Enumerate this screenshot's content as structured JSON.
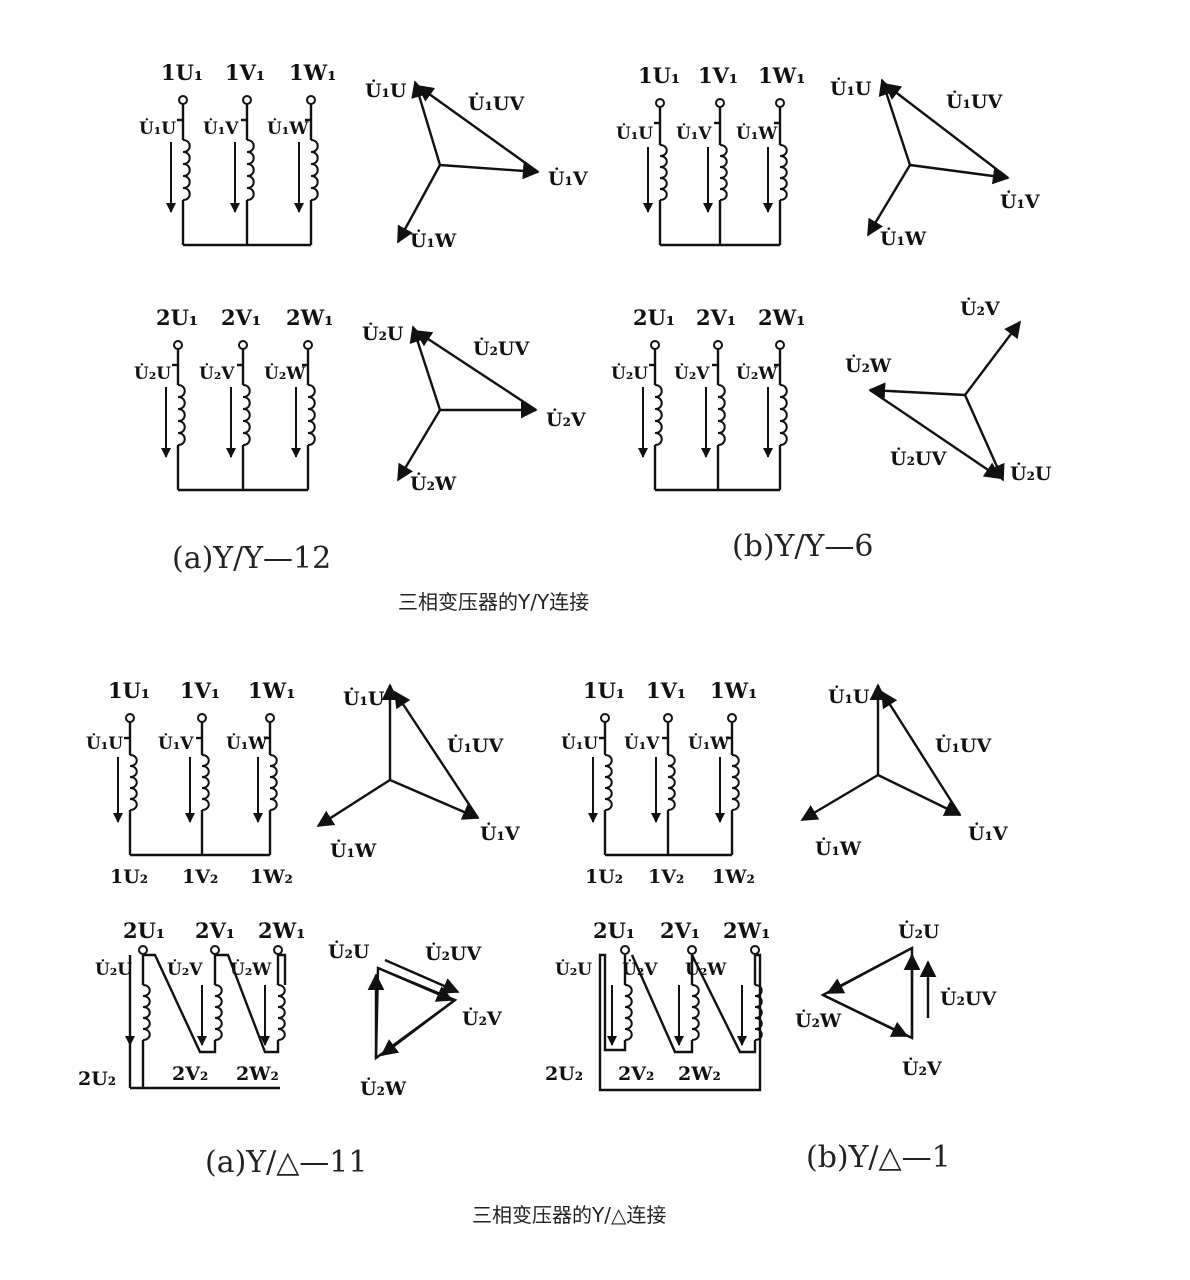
{
  "panels": {
    "yy12": {
      "caption": "(a)Y/Y—12",
      "primary_terms": [
        "1U₁",
        "1V₁",
        "1W₁"
      ],
      "primary_volts": [
        "U̇₁U",
        "U̇₁V",
        "U̇₁W"
      ],
      "secondary_terms": [
        "2U₁",
        "2V₁",
        "2W₁"
      ],
      "secondary_volts": [
        "U̇₂U",
        "U̇₂V",
        "U̇₂W"
      ],
      "phasor1": {
        "u": "U̇₁U",
        "v": "U̇₁V",
        "w": "U̇₁W",
        "uv": "U̇₁UV"
      },
      "phasor2": {
        "u": "U̇₂U",
        "v": "U̇₂V",
        "w": "U̇₂W",
        "uv": "U̇₂UV"
      }
    },
    "yy6": {
      "caption": "(b)Y/Y—6",
      "primary_terms": [
        "1U₁",
        "1V₁",
        "1W₁"
      ],
      "primary_volts": [
        "U̇₁U",
        "U̇₁V",
        "U̇₁W"
      ],
      "secondary_terms": [
        "2U₁",
        "2V₁",
        "2W₁"
      ],
      "secondary_volts": [
        "U̇₂U",
        "U̇₂V",
        "U̇₂W"
      ],
      "phasor1": {
        "u": "U̇₁U",
        "v": "U̇₁V",
        "w": "U̇₁W",
        "uv": "U̇₁UV"
      },
      "phasor2": {
        "u": "U̇₂U",
        "v": "U̇₂V",
        "w": "U̇₂W",
        "uv": "U̇₂UV"
      }
    },
    "yd11": {
      "caption": "(a)Y/△—11",
      "primary_terms": [
        "1U₁",
        "1V₁",
        "1W₁"
      ],
      "primary_volts": [
        "U̇₁U",
        "U̇₁V",
        "U̇₁W"
      ],
      "primary_bottom": [
        "1U₂",
        "1V₂",
        "1W₂"
      ],
      "secondary_terms": [
        "2U₁",
        "2V₁",
        "2W₁"
      ],
      "secondary_volts": [
        "U̇₂U",
        "U̇₂V",
        "U̇₂W"
      ],
      "secondary_bottom": [
        "2U₂",
        "2V₂",
        "2W₂"
      ],
      "phasor1": {
        "u": "U̇₁U",
        "v": "U̇₁V",
        "w": "U̇₁W",
        "uv": "U̇₁UV"
      },
      "phasor2": {
        "u": "U̇₂U",
        "v": "U̇₂V",
        "w": "U̇₂W",
        "uv": "U̇₂UV"
      }
    },
    "yd1": {
      "caption": "(b)Y/△—1",
      "primary_terms": [
        "1U₁",
        "1V₁",
        "1W₁"
      ],
      "primary_volts": [
        "U̇₁U",
        "U̇₁V",
        "U̇₁W"
      ],
      "primary_bottom": [
        "1U₂",
        "1V₂",
        "1W₂"
      ],
      "secondary_terms": [
        "2U₁",
        "2V₁",
        "2W₁"
      ],
      "secondary_volts": [
        "U̇₂U",
        "U̇₂V",
        "U̇₂W"
      ],
      "secondary_bottom": [
        "2U₂",
        "2V₂",
        "2W₂"
      ],
      "phasor1": {
        "u": "U̇₁U",
        "v": "U̇₁V",
        "w": "U̇₁W",
        "uv": "U̇₁UV"
      },
      "phasor2": {
        "u": "U̇₂U",
        "v": "U̇₂V",
        "w": "U̇₂W",
        "uv": "U̇₂UV"
      }
    }
  },
  "section_captions": {
    "yy": "三相变压器的Y/Y连接",
    "yd": "三相变压器的Y/△连接"
  }
}
